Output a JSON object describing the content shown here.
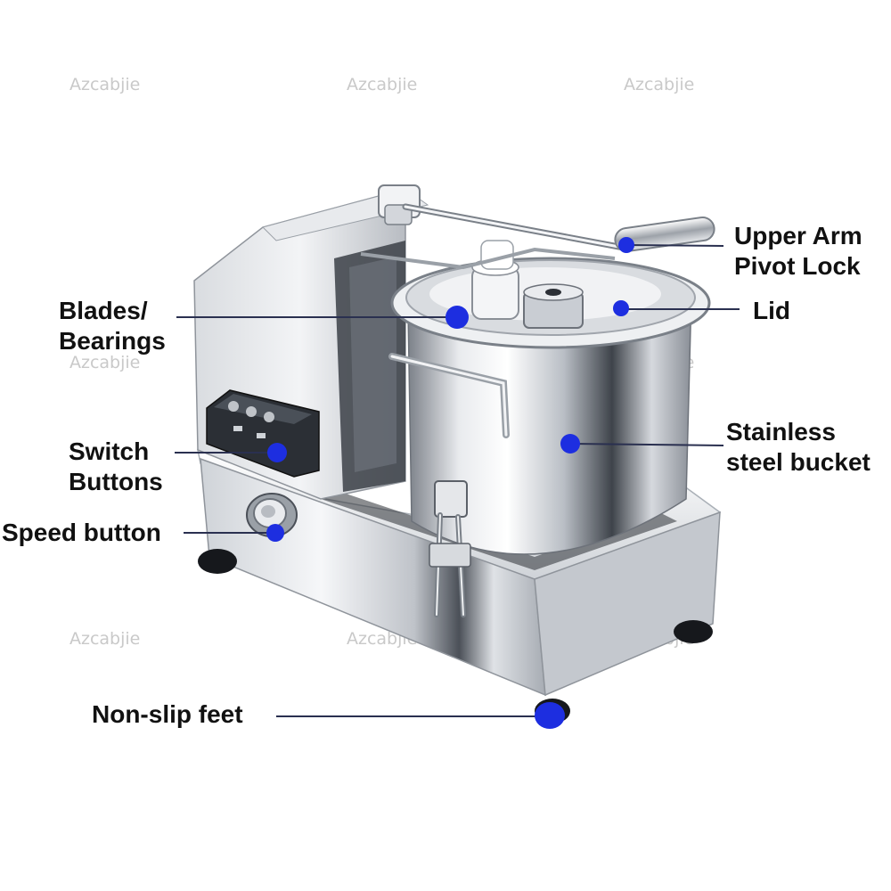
{
  "watermark": "Azcabjie",
  "colors": {
    "dot": "#1d2ee0",
    "leader": "#2a3050",
    "steel_light": "#f4f5f7",
    "steel_mid": "#c7cbd1",
    "steel_dark": "#5b6068",
    "rubber": "#16181c"
  },
  "callouts": {
    "upper_arm": [
      "Upper Arm",
      "Pivot Lock"
    ],
    "lid": [
      "Lid"
    ],
    "blades": [
      "Blades/",
      "Bearings"
    ],
    "bucket": [
      "Stainless",
      "steel bucket"
    ],
    "switch": [
      "Switch",
      "Buttons"
    ],
    "speed": [
      "Speed button"
    ],
    "feet": [
      "Non-slip feet"
    ]
  }
}
